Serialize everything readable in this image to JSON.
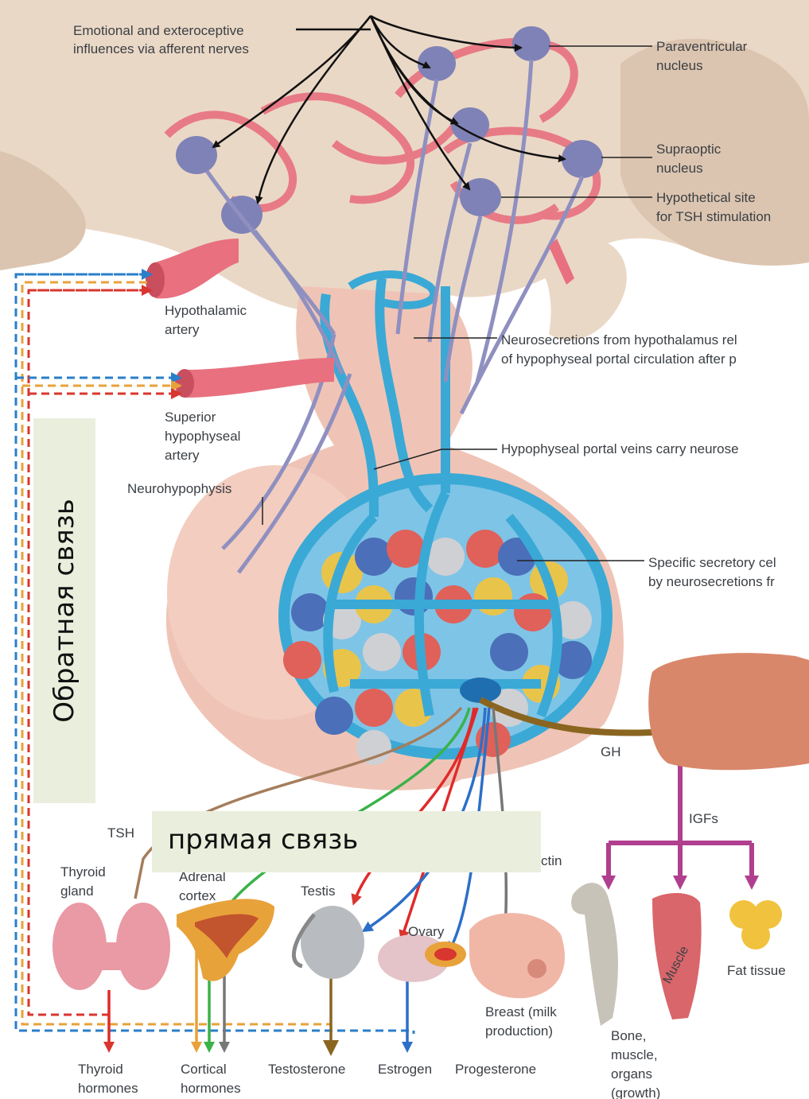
{
  "labels": {
    "emotional": [
      "Emotional and exteroceptive",
      "influences via afferent nerves"
    ],
    "paraventricular": [
      "Paraventricular",
      "nucleus"
    ],
    "supraoptic": [
      "Supraoptic",
      "nucleus"
    ],
    "tsh_site": [
      "Hypothetical site",
      "for TSH stimulation"
    ],
    "hypothalamic_artery": [
      "Hypothalamic",
      "artery"
    ],
    "neurosecretions": [
      "Neurosecretions from hypothalamus rel",
      "of hypophyseal portal circulation after p"
    ],
    "superior_artery": [
      "Superior",
      "hypophyseal",
      "artery"
    ],
    "portal_veins": "Hypophyseal portal veins carry neurose",
    "neurohypophysis": "Neurohypophysis",
    "secretory_cells": [
      "Specific secretory cel",
      "by neurosecretions fr"
    ],
    "gh": "GH",
    "igfs": "IGFs",
    "tsh": "TSH",
    "prolactin_partial": "ctin",
    "thyroid_gland": [
      "Thyroid",
      "gland"
    ],
    "adrenal_cortex": [
      "Adrenal",
      "cortex"
    ],
    "testis": "Testis",
    "ovary": "Ovary",
    "breast": [
      "Breast (milk",
      "production)"
    ],
    "fat_tissue": "Fat tissue",
    "muscle_word": "Muscle",
    "bone": [
      "Bone,",
      "muscle,",
      "organs",
      "(growth)"
    ],
    "thyroid_hormones": [
      "Thyroid",
      "hormones"
    ],
    "cortical_hormones": [
      "Cortical",
      "hormones"
    ],
    "testosterone": "Testosterone",
    "estrogen": "Estrogen",
    "progesterone": "Progesterone"
  },
  "overlays": {
    "feedback": "Обратная связь",
    "direct": "прямая связь"
  },
  "colors": {
    "artery_red": "#e8707f",
    "portal_blue": "#3aa9d6",
    "nucleus_purple": "#7f82b6",
    "brain_tissue": "#e9d9c9",
    "gland_pink": "#efc4b6",
    "liver": "#d9876a",
    "feedback_blue": "#2a7fc9",
    "feedback_orange": "#e8a23a",
    "feedback_red": "#d9362f",
    "igf_purple": "#b03f8f",
    "gh_brown": "#8a6520",
    "acth_green": "#3bb24a",
    "gonad_red": "#e02a2a",
    "gonad_blue": "#2d6fc8",
    "prl_gray": "#777777"
  }
}
